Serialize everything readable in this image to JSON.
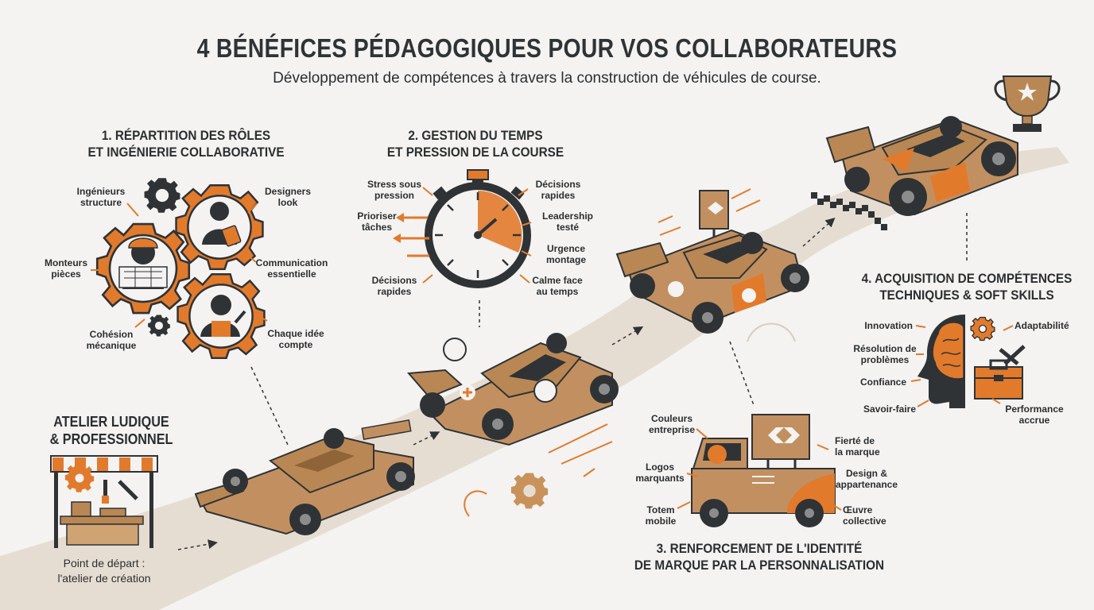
{
  "title": "4 BÉNÉFICES PÉDAGOGIQUES POUR VOS COLLABORATEURS",
  "subtitle": "Développement de compétences à travers la construction de véhicules de course.",
  "colors": {
    "orange": "#e27a2c",
    "dark": "#2f3336",
    "cardboard": "#b98754",
    "road": "#e6ddd2"
  },
  "workshop": {
    "title_line1": "ATELIER LUDIQUE",
    "title_line2": "& PROFESSIONNEL",
    "start_line1": "Point de départ :",
    "start_line2": "l'atelier de création",
    "icons": [
      "gear-icon",
      "screwdriver-icon",
      "wrench-icon"
    ]
  },
  "section1": {
    "title_line1": "1. RÉPARTITION DES RÔLES",
    "title_line2": "ET INGÉNIERIE COLLABORATIVE",
    "labels": {
      "ingenieurs_1": "Ingénieurs",
      "ingenieurs_2": "structure",
      "designers_1": "Designers",
      "designers_2": "look",
      "monteurs_1": "Monteurs",
      "monteurs_2": "pièces",
      "communication_1": "Communication",
      "communication_2": "essentielle",
      "cohesion_1": "Cohésion",
      "cohesion_2": "mécanique",
      "chaque_1": "Chaque idée",
      "chaque_2": "compte"
    }
  },
  "section2": {
    "title_line1": "2. GESTION DU TEMPS",
    "title_line2": "ET PRESSION DE LA COURSE",
    "labels": {
      "stress_1": "Stress sous",
      "stress_2": "pression",
      "decisions_1": "Décisions",
      "decisions_2": "rapides",
      "prioriser_1": "Prioriser",
      "prioriser_2": "tâches",
      "leadership_1": "Leadership",
      "leadership_2": "testé",
      "urgence_1": "Urgence",
      "urgence_2": "montage",
      "decisions2_1": "Décisions",
      "decisions2_2": "rapides",
      "calme_1": "Calme face",
      "calme_2": "au temps"
    }
  },
  "section3": {
    "title_line1": "3. RENFORCEMENT DE L'IDENTITÉ",
    "title_line2": "DE MARQUE PAR LA PERSONNALISATION",
    "labels": {
      "couleurs_1": "Couleurs",
      "couleurs_2": "entreprise",
      "fierte_1": "Fierté de",
      "fierte_2": "la marque",
      "logos_1": "Logos",
      "logos_2": "marquants",
      "design_1": "Design &",
      "design_2": "appartenance",
      "totem_1": "Totem",
      "totem_2": "mobile",
      "oeuvre_1": "Œuvre",
      "oeuvre_2": "collective"
    }
  },
  "section4": {
    "title_line1": "4. ACQUISITION DE COMPÉTENCES",
    "title_line2": "TECHNIQUES & SOFT SKILLS",
    "labels": {
      "innovation": "Innovation",
      "adaptabilite": "Adaptabilité",
      "resolution_1": "Résolution de",
      "resolution_2": "problèmes",
      "confiance": "Confiance",
      "savoir": "Savoir-faire",
      "performance_1": "Performance",
      "performance_2": "accrue"
    }
  }
}
